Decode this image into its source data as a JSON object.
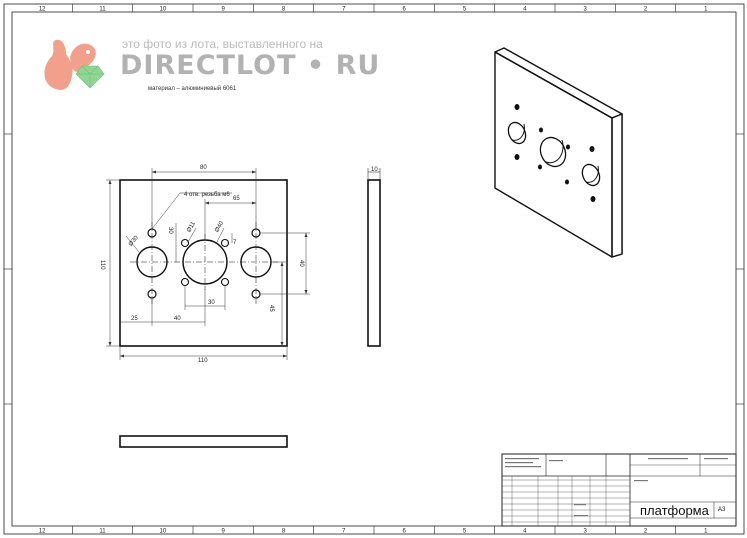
{
  "watermark": {
    "text": "это фото из лота, выставленного на",
    "brand": "DIRECTLOT • RU",
    "material_note": "материал – алюминиевый 6061"
  },
  "frame": {
    "top_zones": [
      "12",
      "11",
      "10",
      "9",
      "8",
      "7",
      "6",
      "5",
      "4",
      "3",
      "2",
      "1"
    ],
    "bottom_zones": [
      "12",
      "11",
      "10",
      "9",
      "8",
      "7",
      "6",
      "5",
      "4",
      "3",
      "2",
      "1"
    ]
  },
  "front_view": {
    "callout_thread": "4 отв. резьба м6",
    "dims": {
      "top_80": "80",
      "top_65": "65",
      "dia_left": "Ø30",
      "dia_small": "Ø11",
      "dia_center": "Ø40",
      "v_30": "30",
      "v_7": "7",
      "right_40": "40",
      "right_45": "45",
      "height_110": "110",
      "bot_25": "25",
      "bot_40": "40",
      "bot_30": "30",
      "width_110": "110"
    }
  },
  "side_view": {
    "thickness": "10"
  },
  "title_block": {
    "part_name": "платформа",
    "format": "А3"
  },
  "colors": {
    "line": "#111111",
    "frame": "#222222",
    "watermark": "#b2b2b2",
    "squirrel": "#f2a08c",
    "gem": "#8fd694"
  }
}
